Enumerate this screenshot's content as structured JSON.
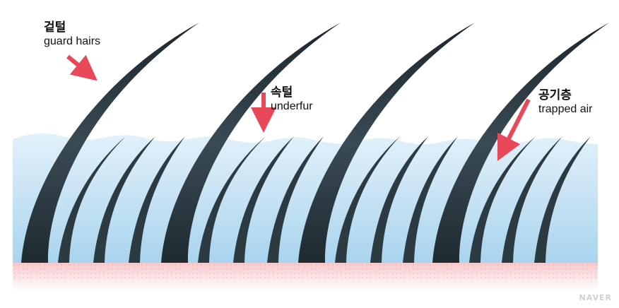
{
  "labels": {
    "guard_hairs": {
      "korean": "겉털",
      "english": "guard hairs"
    },
    "underfur": {
      "korean": "속털",
      "english": "underfur"
    },
    "trapped_air": {
      "korean": "공기층",
      "english": "trapped air"
    }
  },
  "watermark": "NAVER",
  "colors": {
    "hair": "#2f3e47",
    "air_layer": "#cfe7f5",
    "skin": "#f9d4d6",
    "arrow": "#e8485a"
  }
}
